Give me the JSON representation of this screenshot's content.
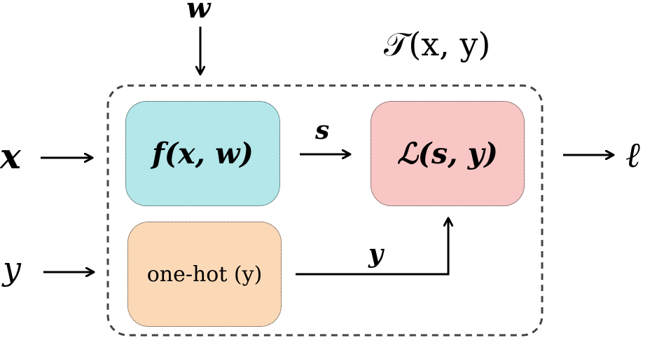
{
  "inputs": {
    "x": "x",
    "w": "w",
    "y": "y"
  },
  "container": {
    "label": "𝒯(x, y)",
    "border_color": "#444444"
  },
  "boxes": {
    "f": {
      "label": "f(x, w)",
      "color": "#b3e7ea"
    },
    "loss": {
      "label": "ℒ(s, y)",
      "color": "#f8c6c4"
    },
    "onehot": {
      "label": "one-hot (y)",
      "color": "#fcd9b6"
    }
  },
  "edges": {
    "s": "s",
    "y": "y"
  },
  "output": "ℓ"
}
